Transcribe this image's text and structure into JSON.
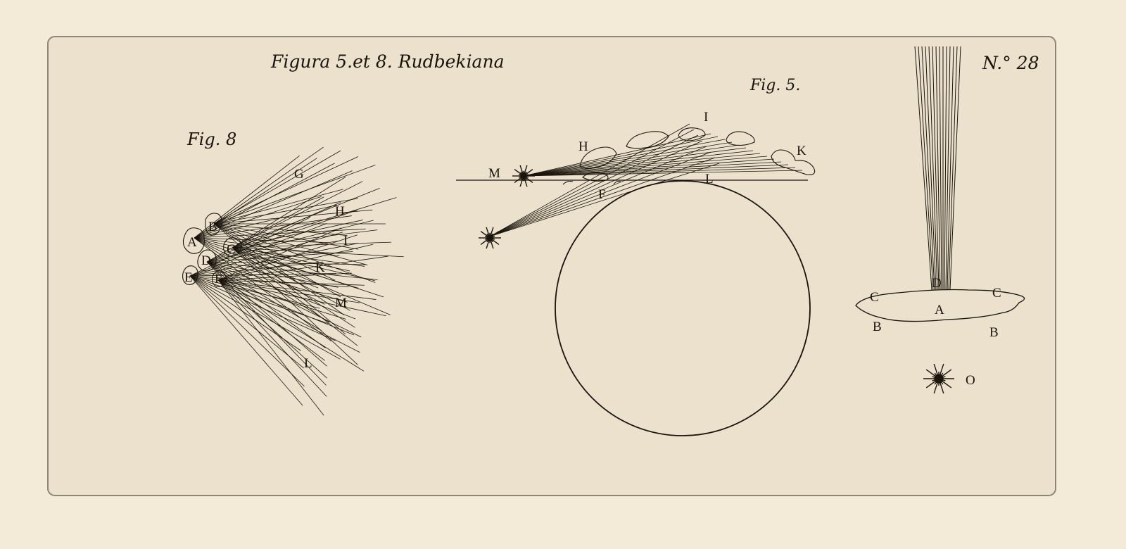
{
  "plate": {
    "title": "Figura 5.et 8. Rudbekiana",
    "number": "N.° 28"
  },
  "fig8": {
    "caption": "Fig. 8",
    "labels": {
      "A": "A",
      "B": "B",
      "C": "C",
      "D": "D",
      "E": "E",
      "F": "F",
      "G": "G",
      "H": "H",
      "I": "I",
      "K": "K",
      "M": "M",
      "L": "L"
    }
  },
  "fig5": {
    "caption": "Fig. 5.",
    "labels": {
      "M": "M",
      "H": "H",
      "I": "I",
      "K": "K",
      "L": "L",
      "F": "F"
    }
  },
  "fig_right": {
    "labels": {
      "D": "D",
      "C1": "C",
      "C2": "C",
      "A": "A",
      "B1": "B",
      "B2": "B",
      "O": "O"
    }
  },
  "colors": {
    "paper": "#f3ead8",
    "plate": "#ece1cc",
    "ink": "#1a140c"
  }
}
